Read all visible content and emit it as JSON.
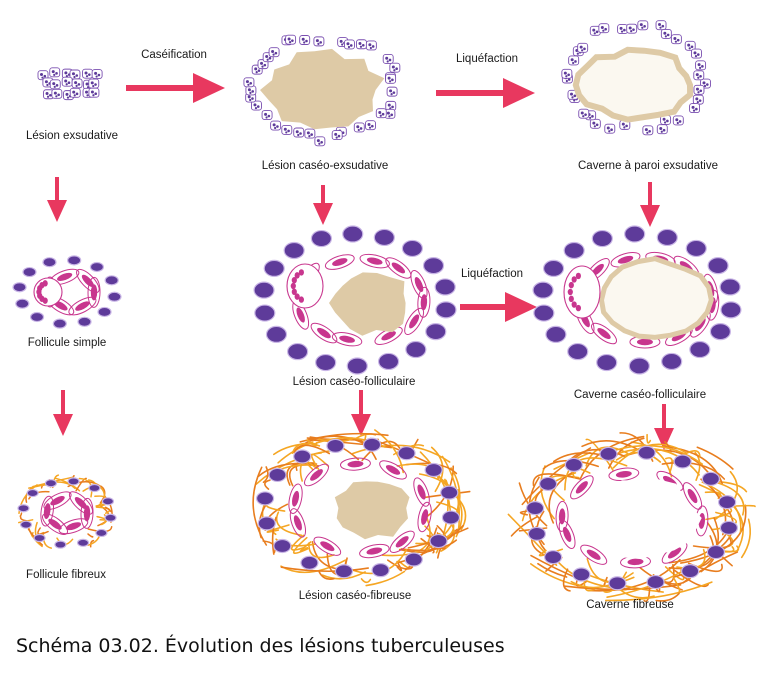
{
  "colors": {
    "arrow": "#e8385f",
    "caseum": "#decaa6",
    "cell_outline": "#7a4fb0",
    "cell_dark": "#5e3b9a",
    "epithelioid": "#c8368e",
    "fibre": "#f5a623",
    "fibre_dark": "#e87d1e"
  },
  "stages": {
    "lesion_exsudative": "Lésion exsudative",
    "lesion_caseo_exsudative": "Lésion caséo-exsudative",
    "caverne_paroi_exsudative": "Caverne à paroi exsudative",
    "follicule_simple": "Follicule simple",
    "lesion_caseo_folliculaire": "Lésion caséo-folliculaire",
    "caverne_caseo_folliculaire": "Caverne caséo-folliculaire",
    "follicule_fibreux": "Follicule fibreux",
    "lesion_caseo_fibreuse": "Lésion caséo-fibreuse",
    "caverne_fibreuse": "Caverne fibreuse"
  },
  "transitions": {
    "caseification": "Caséification",
    "liquefaction_top": "Liquéfaction",
    "liquefaction_middle": "Liquéfaction"
  },
  "caption": "Schéma 03.02. Évolution des lésions tuberculeuses"
}
